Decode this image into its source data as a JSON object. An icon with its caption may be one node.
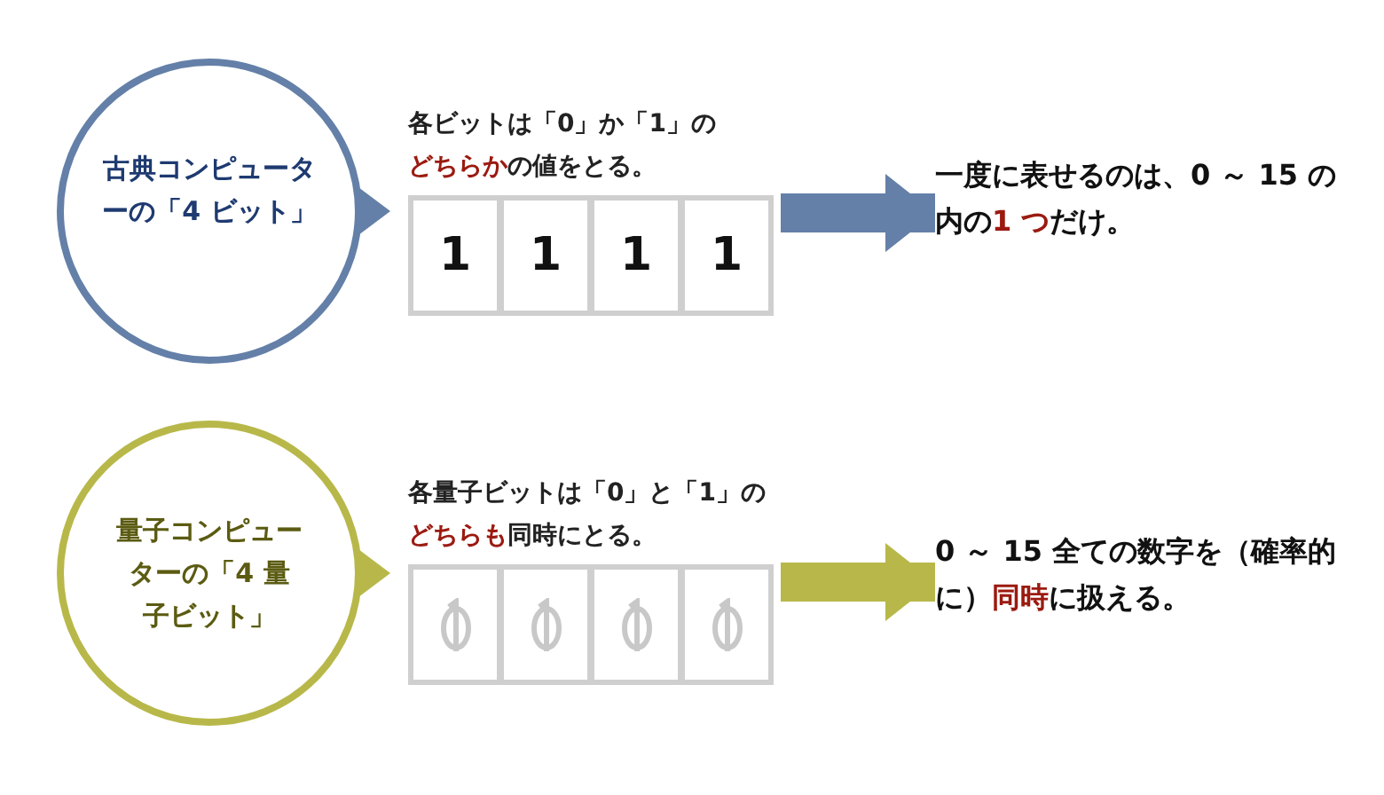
{
  "diagram": {
    "nodes": [
      {
        "text": [
          "古典コンピューターの「4 ビット」"
        ]
      },
      {
        "text": [
          "各ビットは「0」か「1」の**どちらか**の値をとる。"
        ]
      },
      {
        "text": [
          "1"
        ],
        "in": 1
      },
      {
        "text": [
          "1"
        ],
        "in": 1
      },
      {
        "text": [
          "1"
        ],
        "in": 1
      },
      {
        "text": [
          "1"
        ],
        "in": 1
      },
      {
        "text": [
          "一度に表せるのは、0 ～ 15 の内の**1 つ**だけ。"
        ]
      },
      {
        "text": [
          "量子コンピューターの「4 量子ビット」"
        ]
      },
      {
        "text": [
          "各量子ビットは「0」と「1」の**どちらも**同時にとる。"
        ]
      },
      {
        "text": [],
        "shape": "box",
        "in": 8
      },
      {
        "text": [],
        "shape": "box",
        "in": 8
      },
      {
        "text": [],
        "shape": "box",
        "in": 8
      },
      {
        "text": [],
        "shape": "box",
        "in": 8
      },
      {
        "text": [
          "0 ～ 15 全ての数字を（確率的に）**同時**に扱える。"
        ]
      }
    ],
    "edges": [
      {
        "from": 1,
        "to": 6,
        "arrow": "to",
        "color": "#6480a8"
      },
      {
        "from": 8,
        "to": 13,
        "arrow": "to",
        "color": "#b8b84a"
      }
    ]
  }
}
